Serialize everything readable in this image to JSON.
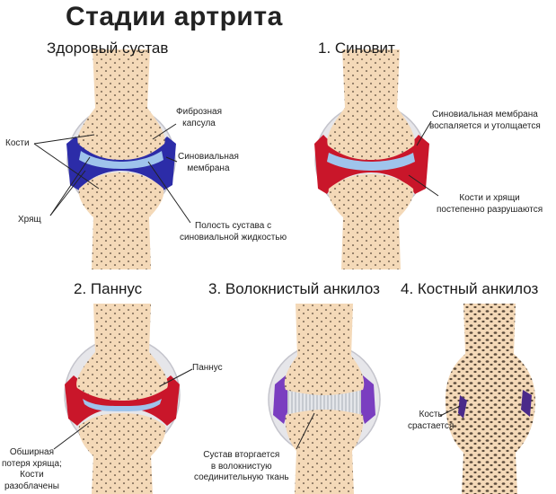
{
  "title": "Стадии артрита",
  "colors": {
    "bone": "#f4d9b8",
    "bone_dots": "#5a4a3a",
    "capsule": "#e6e6ea",
    "capsule_edge": "#c4c4cc",
    "synovial_healthy": "#2c2ca8",
    "cartilage": "#9fc4ec",
    "inflamed": "#c9162a",
    "fibrous": "#7a3ec0",
    "fibrous_tissue": "#c8ccd4"
  },
  "panels": {
    "healthy": {
      "title": "Здоровый сустав",
      "labels": {
        "capsule": "Фиброзная\nкапсула",
        "bones": "Кости",
        "synovial": "Синовиальная\nмембрана",
        "cartilage": "Хрящ",
        "cavity": "Полость сустава с\nсиновиальной жидкостью"
      }
    },
    "synovitis": {
      "title": "1. Синовит",
      "labels": {
        "membrane": "Синовиальная мембрана\nвоспаляется и утолщается",
        "destroyed": "Кости и хрящи\nпостепенно разрушаются"
      }
    },
    "pannus": {
      "title": "2. Паннус",
      "labels": {
        "pannus": "Паннус",
        "loss": "Обширная\nпотеря хряща;\nКости\nразоблачены"
      }
    },
    "fibrous": {
      "title": "3. Волокнистый анкилоз",
      "labels": {
        "invaded": "Сустав вторгается\nв волокнистую\nсоединительную ткань"
      }
    },
    "bony": {
      "title": "4. Костный анкилоз",
      "labels": {
        "fuse": "Кость\nсрастается"
      }
    }
  }
}
